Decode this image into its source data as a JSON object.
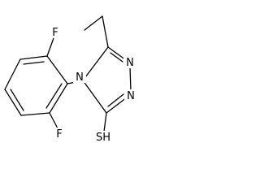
{
  "molecule": {
    "ring_atom_labels": {
      "n_ring_1": "N",
      "n_ring_2": "N",
      "n_ring_4": "N"
    },
    "substituent_labels": {
      "fluorine_top": "F",
      "fluorine_bottom": "F",
      "thiol": "SH"
    }
  }
}
